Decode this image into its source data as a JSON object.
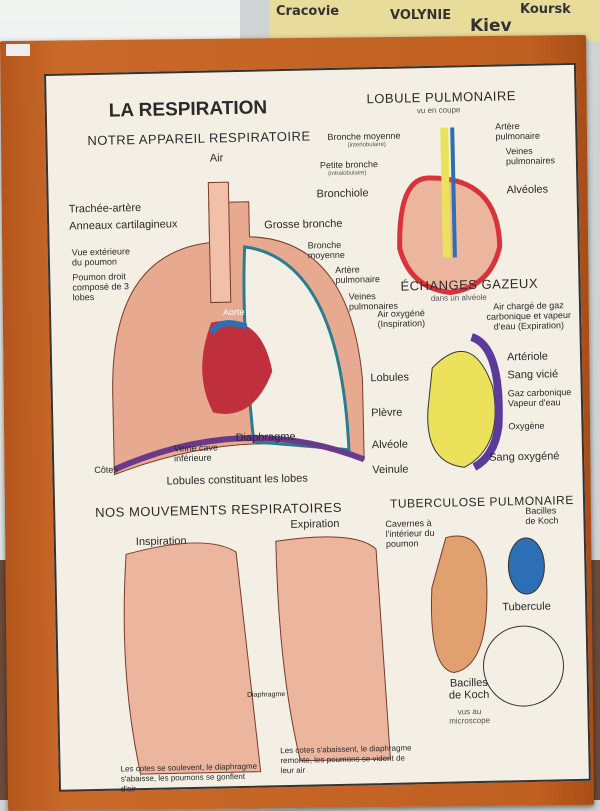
{
  "background_map": {
    "labels": [
      "Cracovie",
      "VOLYNIE",
      "Kiev",
      "Koursk"
    ]
  },
  "poster": {
    "title": "LA RESPIRATION",
    "section1": {
      "title": "NOTRE APPAREIL RESPIRATOIRE",
      "labels": {
        "air": "Air",
        "trachee": "Trachée-artère",
        "anneaux": "Anneaux cartilagineux",
        "vue": "Vue extérieure du poumon",
        "poumon_droit": "Poumon droit composé de 3 lobes",
        "grosse_bronche": "Grosse bronche",
        "bronche_moyenne": "Bronche moyenne",
        "artere": "Artère pulmonaire",
        "veines": "Veines pulmonaires",
        "aorte": "Aorte",
        "lobules": "Lobules",
        "plevre": "Plèvre",
        "diaphragme": "Diaphragme",
        "veine_cave": "Veine cave inférieure",
        "cotes": "Côtes",
        "lobules_lobes": "Lobules constituant les lobes"
      }
    },
    "section2": {
      "title": "LOBULE PULMONAIRE",
      "subtitle": "vu en coupe",
      "labels": {
        "bronche_moyenne": "Bronche moyenne",
        "interlobulaire": "(interlobulaire)",
        "petite_bronche": "Petite bronche",
        "intralobulaire": "(intralobulaire)",
        "bronchiole": "Bronchiole",
        "artere": "Artère pulmonaire",
        "veines": "Veines pulmonaires",
        "alveoles": "Alvéoles"
      }
    },
    "section3": {
      "title": "ÉCHANGES GAZEUX",
      "subtitle": "dans un alvéole",
      "labels": {
        "air_oxygene": "Air oxygéné (Inspiration)",
        "air_charge": "Air chargé de gaz carbonique et vapeur d'eau (Expiration)",
        "arteriole": "Artériole",
        "sang_vicie": "Sang vicié",
        "gaz": "Gaz carbonique Vapeur d'eau",
        "oxygene": "Oxygène",
        "alveole": "Alvéole",
        "sang_oxygene": "Sang oxygéné",
        "veinule": "Veinule"
      }
    },
    "section4": {
      "title": "NOS MOUVEMENTS RESPIRATOIRES",
      "inspiration": "Inspiration",
      "expiration": "Expiration",
      "diaphragme": "Diaphragme",
      "caption_insp": "Les cotes se soulevent, le diaphragme s'abaisse, les poumons se gonflent d'air",
      "caption_exp": "Les cotes s'abaissent, le diaphragme remonte, les poumons se vident de leur air"
    },
    "section5": {
      "title": "TUBERCULOSE PULMONAIRE",
      "cavernes": "Cavernes à l'intérieur du poumon",
      "bacilles": "Bacilles de Koch",
      "tubercule": "Tubercule",
      "bacilles_micro": "Bacilles de Koch",
      "micro": "vus au microscope"
    }
  },
  "colors": {
    "frame": "#c0601f",
    "paper": "#f3efe4",
    "lung": "#e7a98f",
    "artery": "#d8333a",
    "vein": "#2c6fb5",
    "bronchus": "#ece15a"
  }
}
